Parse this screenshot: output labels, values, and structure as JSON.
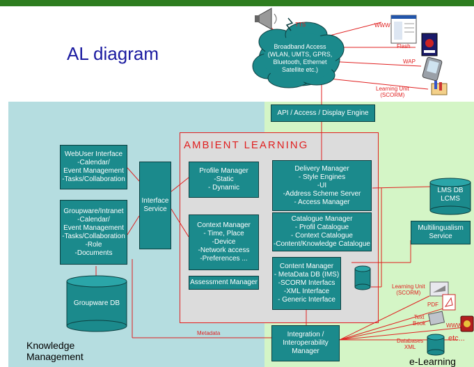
{
  "title": "AL diagram",
  "cloud": {
    "lines": [
      "Broadband Access",
      "(WLAN, UMTS, GPRS,",
      "Bluetooth, Ethernet",
      "Satellite etc.)"
    ]
  },
  "channels": {
    "tts": "TTS",
    "www": "WWW",
    "flash": "Flash",
    "wap": "WAP",
    "learning_unit": [
      "Learning Unit",
      "(SCORM)"
    ]
  },
  "api": "API / Access / Display Engine",
  "ambient_title": "AMBIENT LEARNING",
  "web_user": [
    "WebUser Interface",
    "-Calendar/",
    "Event Management",
    "-Tasks/Collaboration"
  ],
  "groupware": [
    "Groupware/Intranet",
    "-Calendar/",
    "Event Management",
    "-Tasks/Collaboration",
    "-Role",
    "-Documents"
  ],
  "groupware_db": "Groupware DB",
  "interface_service": [
    "Interface",
    "Service"
  ],
  "profile_manager": [
    "Profile Manager",
    "-Static",
    "- Dynamic"
  ],
  "context_manager": [
    "Context Manager",
    "- Time, Place",
    "-Device",
    "-Network access",
    "-Preferences ..."
  ],
  "assessment_manager": "Assessment Manager",
  "delivery_manager": [
    "Delivery Manager",
    "- Style Engines",
    "-UI",
    "-Address Scheme Server",
    "- Access Manager"
  ],
  "catalogue_manager": [
    "Catalogue Manager",
    "- Profil Catalogue",
    "- Context Catalogue",
    "-Content/Knowledge Catalogue"
  ],
  "content_manager": [
    "Content Manager",
    "- MetaData DB (IMS)",
    "-SCORM Interfacs",
    "-XML Interface",
    "- Generic Interface"
  ],
  "lms_db": [
    "LMS DB",
    "LCMS"
  ],
  "multilingualism": [
    "Multilingualism",
    "Service"
  ],
  "integration": [
    "Integration /",
    "Interoperability",
    "Manager"
  ],
  "metadata_label": "Metadata",
  "sources": {
    "learning_unit": [
      "Learning Unit",
      "(SCORM)"
    ],
    "pdf": "PDF",
    "text_book": [
      "Text",
      "Book"
    ],
    "www": "WWW",
    "databases": [
      "Databases",
      "XML"
    ],
    "etc": "etc..."
  },
  "knowledge_management": [
    "Knowledge",
    "Management"
  ],
  "e_learning": "e-Learning",
  "colors": {
    "box_fill": "#1b8a8c",
    "knowledge_bg": "#b5dde0",
    "elearning_bg": "#d4f5c6",
    "ambient_bg": "#dcdcdc",
    "line_red": "#e01f1f",
    "top_bar": "#2e7d1f"
  }
}
